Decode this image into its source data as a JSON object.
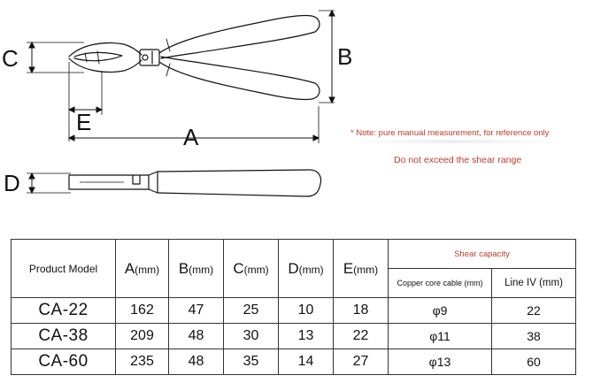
{
  "diagram": {
    "letters": {
      "a": "A",
      "b": "B",
      "c": "C",
      "d": "D",
      "e": "E"
    }
  },
  "notes": {
    "measurement": "* Note: pure manual measurement, for reference only",
    "warning": "Do not exceed the shear range"
  },
  "table": {
    "headers": {
      "model": "Product Model",
      "dims": [
        {
          "letter": "A",
          "unit": "(mm)"
        },
        {
          "letter": "B",
          "unit": "(mm)"
        },
        {
          "letter": "C",
          "unit": "(mm)"
        },
        {
          "letter": "D",
          "unit": "(mm)"
        },
        {
          "letter": "E",
          "unit": "(mm)"
        }
      ],
      "shear": "Shear capacity",
      "copper": "Copper core cable (mm)",
      "line": "Line IV (mm)"
    },
    "rows": [
      {
        "model": "CA-22",
        "a": "162",
        "b": "47",
        "c": "25",
        "d": "10",
        "e": "18",
        "copper": "φ9",
        "line": "22"
      },
      {
        "model": "CA-38",
        "a": "209",
        "b": "48",
        "c": "30",
        "d": "13",
        "e": "22",
        "copper": "φ11",
        "line": "38"
      },
      {
        "model": "CA-60",
        "a": "235",
        "b": "48",
        "c": "35",
        "d": "14",
        "e": "27",
        "copper": "φ13",
        "line": "60"
      }
    ]
  }
}
